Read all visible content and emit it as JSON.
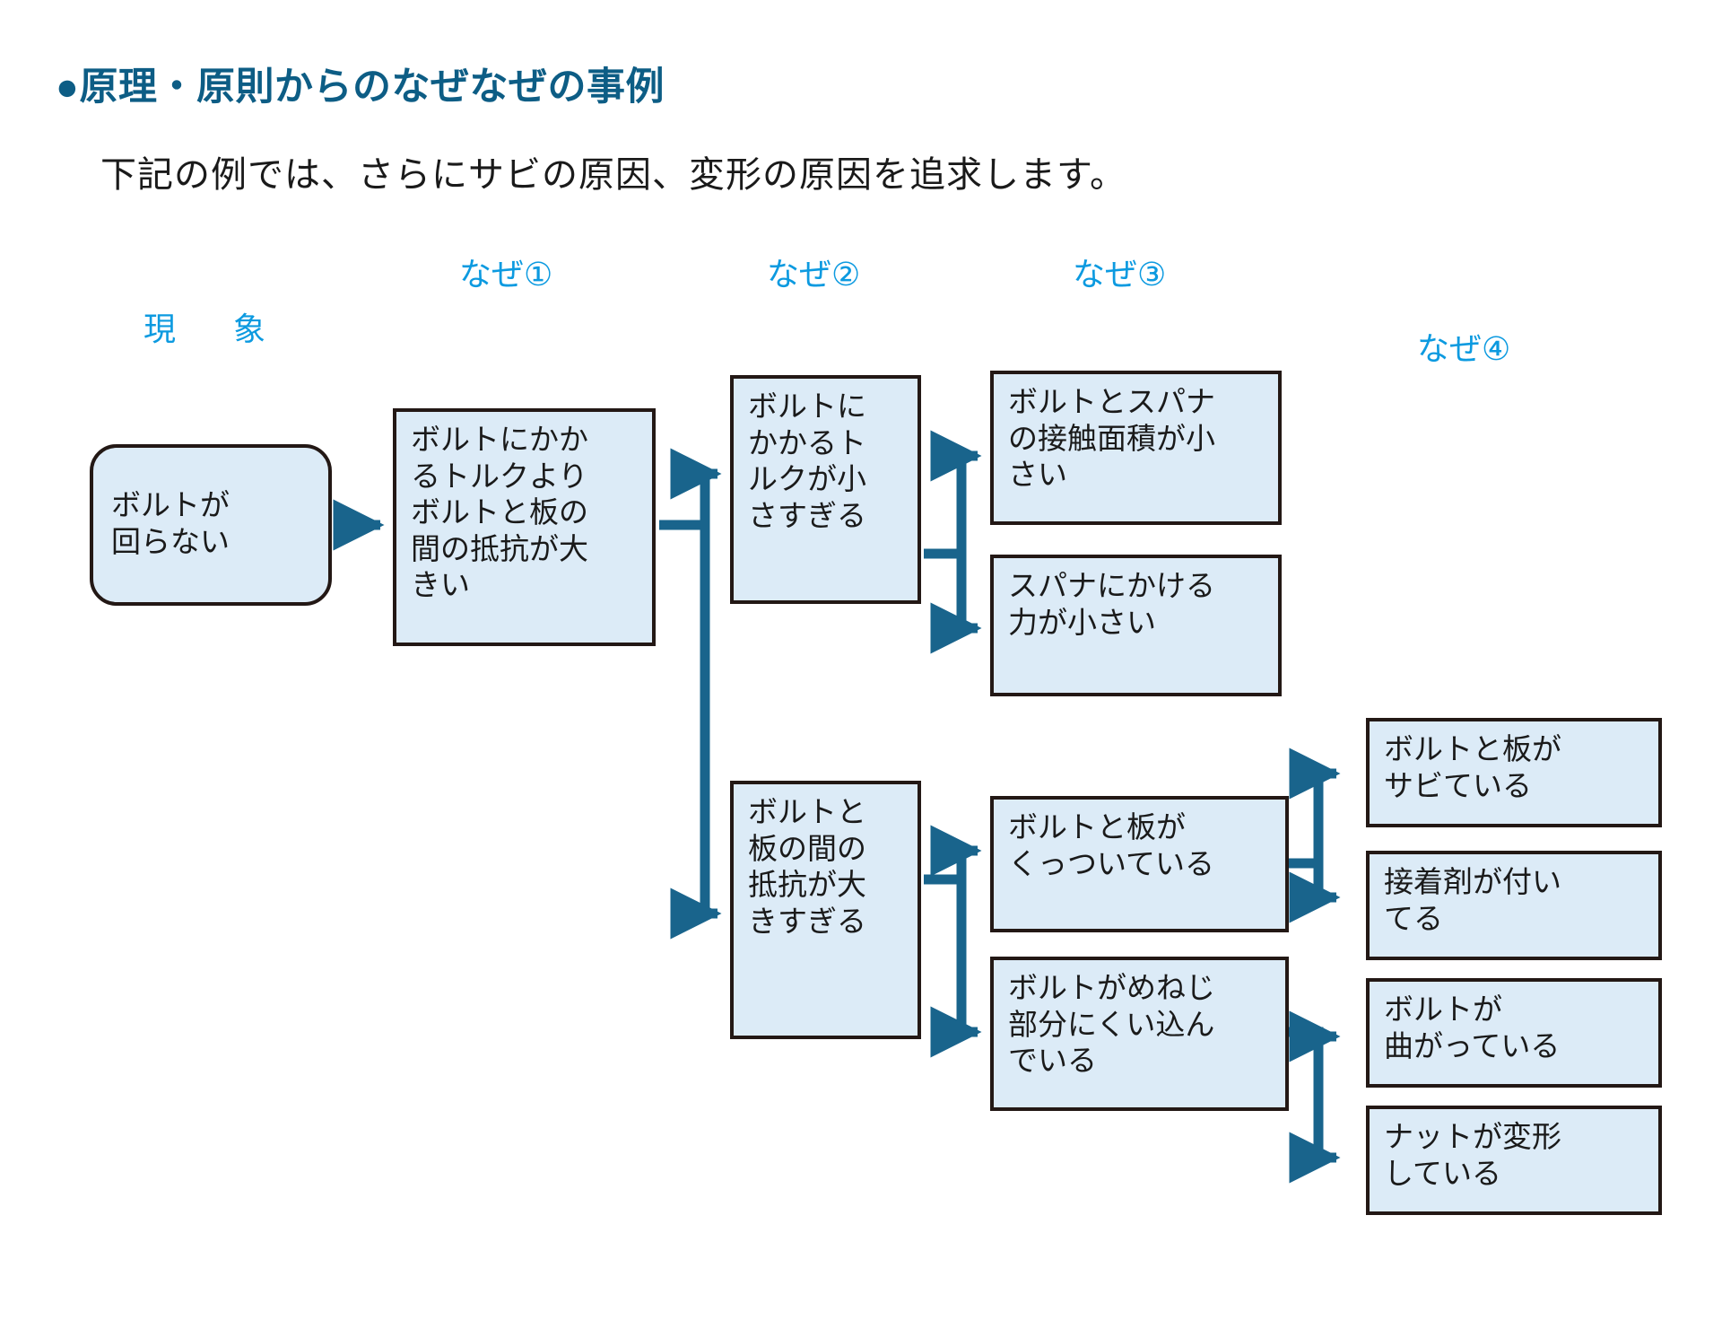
{
  "page": {
    "title": "●原理・原則からのなぜなぜの事例",
    "subtitle": "下記の例では、さらにサビの原因、変形の原因を追求します。",
    "title_color": "#0d5d85",
    "caption_color": "#0c9ae0",
    "box_fill": "#dcebf7",
    "box_border": "#231815",
    "arrow_color": "#19648c",
    "background": "#ffffff"
  },
  "captions": {
    "phenomenon": "現　象",
    "why1": "なぜ①",
    "why2": "なぜ②",
    "why3": "なぜ③",
    "why4": "なぜ④"
  },
  "chart_data": {
    "type": "diagram",
    "diagram_kind": "why-why-analysis-tree",
    "title": "●原理・原則からのなぜなぜの事例",
    "columns": [
      "現　象",
      "なぜ①",
      "なぜ②",
      "なぜ③",
      "なぜ④"
    ],
    "nodes": [
      {
        "id": "n0",
        "column": 0,
        "shape": "rounded-rect",
        "text": "ボルトが\n回らない"
      },
      {
        "id": "n1",
        "column": 1,
        "shape": "rect",
        "text": "ボルトにかか\nるトルクより\nボルトと板の\n間の抵抗が大\nきい"
      },
      {
        "id": "n2a",
        "column": 2,
        "shape": "rect",
        "text": "ボルトに\nかかるト\nルクが小\nさすぎる"
      },
      {
        "id": "n2b",
        "column": 2,
        "shape": "rect",
        "text": "ボルトと\n板の間の\n抵抗が大\nきすぎる"
      },
      {
        "id": "n3a",
        "column": 3,
        "shape": "rect",
        "text": "ボルトとスパナ\nの接触面積が小\nさい"
      },
      {
        "id": "n3b",
        "column": 3,
        "shape": "rect",
        "text": "スパナにかける\n力が小さい"
      },
      {
        "id": "n3c",
        "column": 3,
        "shape": "rect",
        "text": "ボルトと板が\nくっついている"
      },
      {
        "id": "n3d",
        "column": 3,
        "shape": "rect",
        "text": "ボルトがめねじ\n部分にくい込ん\nでいる"
      },
      {
        "id": "n4a",
        "column": 4,
        "shape": "rect",
        "text": "ボルトと板が\nサビている"
      },
      {
        "id": "n4b",
        "column": 4,
        "shape": "rect",
        "text": "接着剤が付い\nてる"
      },
      {
        "id": "n4c",
        "column": 4,
        "shape": "rect",
        "text": "ボルトが\n曲がっている"
      },
      {
        "id": "n4d",
        "column": 4,
        "shape": "rect",
        "text": "ナットが変形\nしている"
      }
    ],
    "edges": [
      {
        "from": "n0",
        "to": "n1"
      },
      {
        "from": "n1",
        "to": "n2a"
      },
      {
        "from": "n1",
        "to": "n2b"
      },
      {
        "from": "n2a",
        "to": "n3a"
      },
      {
        "from": "n2a",
        "to": "n3b"
      },
      {
        "from": "n2b",
        "to": "n3c"
      },
      {
        "from": "n2b",
        "to": "n3d"
      },
      {
        "from": "n3c",
        "to": "n4a"
      },
      {
        "from": "n3c",
        "to": "n4b"
      },
      {
        "from": "n3d",
        "to": "n4c"
      },
      {
        "from": "n3d",
        "to": "n4d"
      }
    ]
  }
}
